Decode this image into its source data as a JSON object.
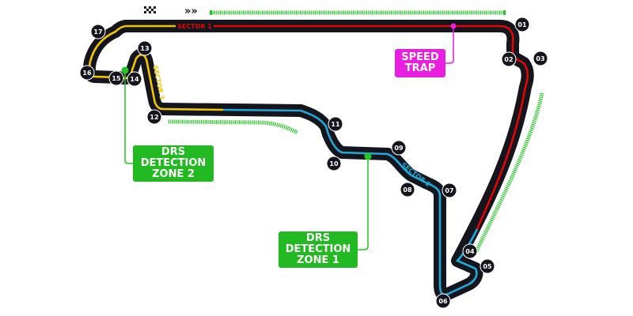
{
  "map": {
    "type": "circuit-layout",
    "colors": {
      "track": "#15151e",
      "sector1": "#e10600",
      "sector2": "#1fa8d8",
      "sector3": "#f2c500",
      "drs_zone": "#22c822",
      "drs_detection": "#22b922",
      "speed_trap": "#e81ee0",
      "corner_badge": "#15151e"
    },
    "icons": {
      "start_finish": "checkered-flag-icon",
      "direction": "direction-chevrons-icon"
    },
    "direction_glyph": "»»",
    "sectors": [
      {
        "id": "sector-1",
        "label": "SECTOR 1"
      },
      {
        "id": "sector-2",
        "label": "SECTOR 2"
      },
      {
        "id": "sector-3",
        "label": "SECTOR 3"
      }
    ],
    "corners": [
      "01",
      "02",
      "03",
      "04",
      "05",
      "06",
      "07",
      "08",
      "09",
      "10",
      "11",
      "12",
      "13",
      "14",
      "15",
      "16",
      "17"
    ],
    "callouts": {
      "drs_detection_zone_1": {
        "lines": [
          "DRS",
          "DETECTION",
          "ZONE 1"
        ]
      },
      "drs_detection_zone_2": {
        "lines": [
          "DRS",
          "DETECTION",
          "ZONE 2"
        ]
      },
      "speed_trap": {
        "lines": [
          "SPEED",
          "TRAP"
        ]
      }
    },
    "drs_zone_count": 3
  }
}
